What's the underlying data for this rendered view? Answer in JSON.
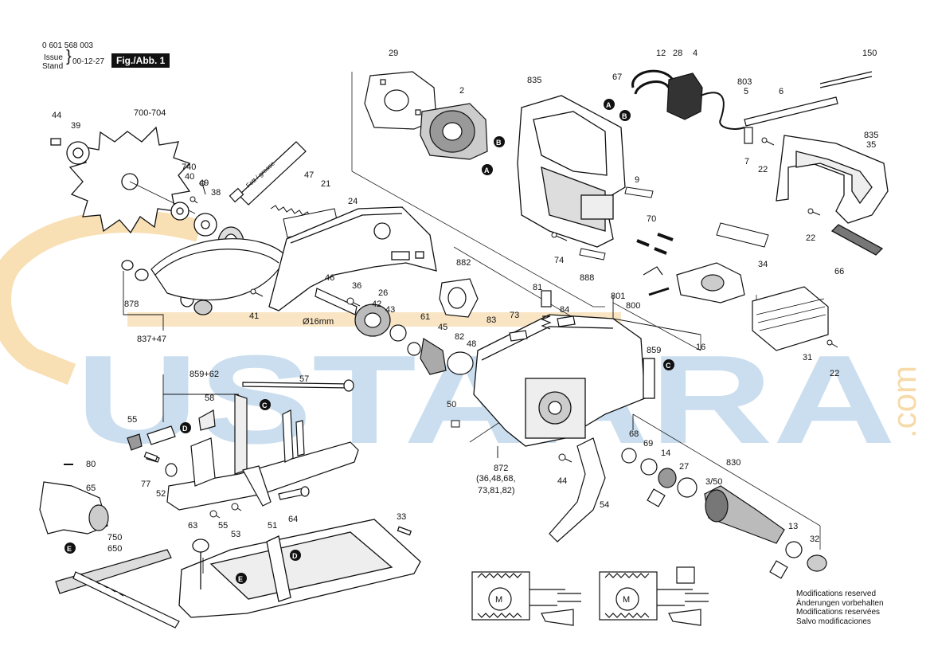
{
  "header": {
    "part_number": "0 601 568 003",
    "issue_label": "Issue",
    "stand_label": "Stand",
    "date": "00-12-27",
    "figure_label": "Fig./Abb. 1"
  },
  "watermark": {
    "text": "USTAARA",
    "suffix": ".com",
    "color_blue": "#b9d3ea",
    "color_orange": "#f5d49b"
  },
  "annotations": {
    "diameter": "Ø16mm",
    "assembly_872_sub": "(36,48,68,",
    "assembly_872_sub2": "73,81,82)",
    "grease_tube": "Fett / grease"
  },
  "connectors": [
    "A",
    "B",
    "C",
    "D",
    "E"
  ],
  "parts": [
    "29",
    "2",
    "835",
    "12",
    "28",
    "4",
    "67",
    "150",
    "803",
    "5",
    "6",
    "44",
    "39",
    "700-704",
    "740",
    "40",
    "49",
    "38",
    "47",
    "21",
    "24",
    "9",
    "7",
    "22",
    "835",
    "35",
    "70",
    "74",
    "888",
    "34",
    "22",
    "66",
    "882",
    "46",
    "36",
    "26",
    "42",
    "43",
    "61",
    "41",
    "878",
    "837+47",
    "81",
    "73",
    "84",
    "83",
    "45",
    "82",
    "48",
    "859",
    "801",
    "800",
    "16",
    "31",
    "22",
    "859+62",
    "57",
    "58",
    "55",
    "50",
    "872",
    "68",
    "69",
    "14",
    "27",
    "830",
    "3/50",
    "44",
    "54",
    "80",
    "65",
    "77",
    "52",
    "63",
    "55",
    "53",
    "51",
    "64",
    "33",
    "13",
    "32",
    "750",
    "650"
  ],
  "modifications": [
    "Modifications reserved",
    "Änderungen vorbehalten",
    "Modifications reservées",
    "Salvo modificaciones"
  ]
}
